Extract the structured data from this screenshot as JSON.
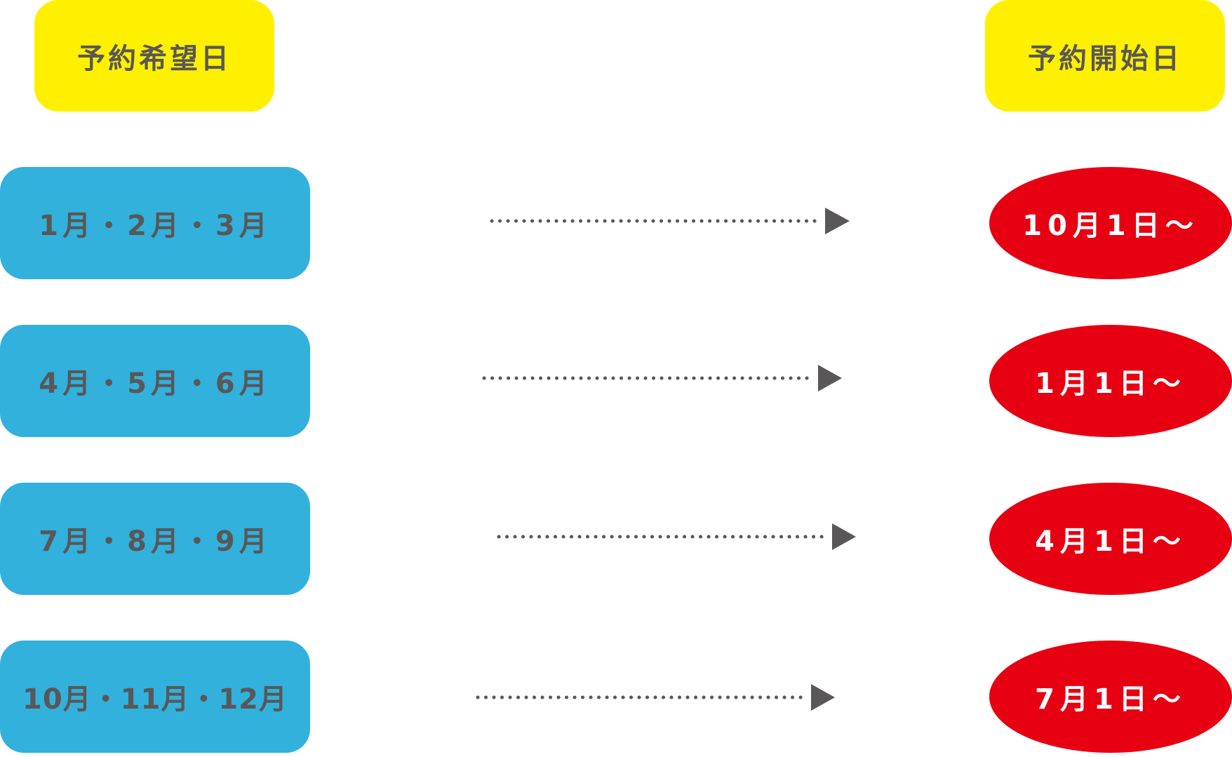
{
  "headers": {
    "request_date": "予約希望日",
    "start_date": "予約開始日"
  },
  "rows": [
    {
      "months": "1月・2月・3月",
      "start": "10月1日〜"
    },
    {
      "months": "4月・5月・6月",
      "start": "1月1日〜"
    },
    {
      "months": "7月・8月・9月",
      "start": "4月1日〜"
    },
    {
      "months": "10月・11月・12月",
      "start": "7月1日〜"
    }
  ],
  "colors": {
    "header_bg": "#fff000",
    "month_bg": "#32b1dc",
    "start_bg": "#e60012",
    "text_dark": "#595757",
    "text_light": "#ffffff",
    "arrow": "#595757"
  }
}
